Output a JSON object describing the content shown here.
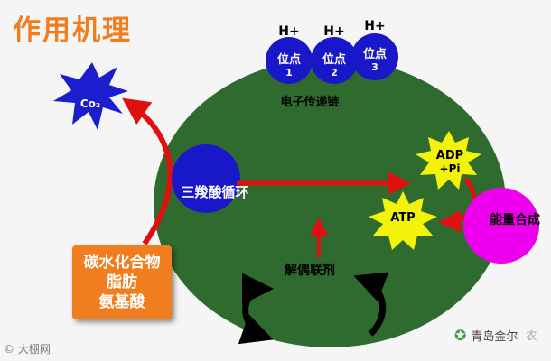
{
  "title": "作用机理",
  "electron_chain": {
    "label": "电子传递链",
    "sites": [
      {
        "line1": "位点",
        "line2": "1",
        "proton": "H+"
      },
      {
        "line1": "位点",
        "line2": "2",
        "proton": "H+"
      },
      {
        "line1": "位点",
        "line2": "3",
        "proton": "H+"
      }
    ]
  },
  "co2_label": "Co₂",
  "tca_label": "三羧酸循环",
  "adp_line1": "ADP",
  "adp_line2": "+Pi",
  "atp_label": "ATP",
  "energy_label": "能量合成",
  "uncoupler_label": "解偶联剂",
  "substrates": [
    "碳水化合物",
    "脂肪",
    "氨基酸"
  ],
  "watermark_left": "大棚网",
  "watermark_right": "青岛金尔",
  "watermark_right_faint": "农",
  "colors": {
    "title": "#f07d1e",
    "mitochondrion": "#2f6b2e",
    "site_blue": "#1818c8",
    "arrow_red": "#e01010",
    "star_yellow": "#f2f20a",
    "star_blue": "#1d1dd0",
    "magenta": "#ee00ee",
    "box_orange": "#f07d1e"
  }
}
